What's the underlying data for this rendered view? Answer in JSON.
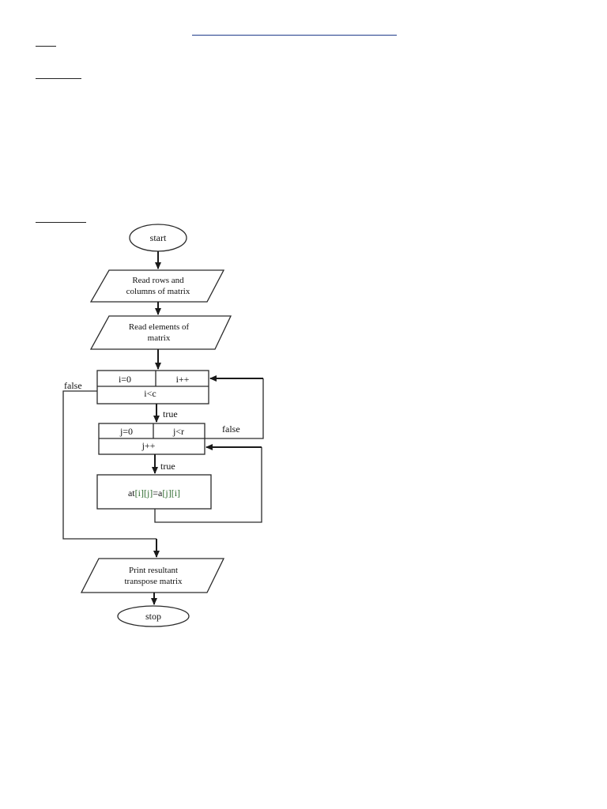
{
  "flowchart": {
    "start": "start",
    "read_size": [
      "Read rows and",
      "columns of matrix"
    ],
    "read_elements": [
      "Read elements of",
      "matrix"
    ],
    "outer_loop": {
      "init": "i=0",
      "increment": "i++",
      "condition": "i<c"
    },
    "inner_loop": {
      "init": "j=0",
      "condition": "j<r",
      "increment": "j++"
    },
    "assign": {
      "prefix": "at",
      "idx1": "[i][j]",
      "mid": "=a",
      "idx2": "[j][i]"
    },
    "print": [
      "Print resultant",
      "transpose matrix"
    ],
    "stop": "stop",
    "labels": {
      "false_outer": "false",
      "true_outer": "true",
      "false_inner": "false",
      "true_inner": "true"
    },
    "colors": {
      "stroke": "#2a2a2a",
      "text": "#111111",
      "green_text": "#2e6b2e",
      "link_blue": "#1f3c8a"
    }
  }
}
